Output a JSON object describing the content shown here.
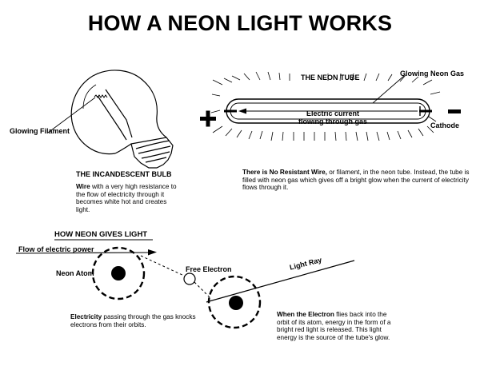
{
  "title": "HOW A NEON LIGHT WORKS",
  "bulb": {
    "filament_label": "Glowing Filament",
    "heading": "THE INCANDESCENT BULB",
    "text_bold": "Wire",
    "text": " with a very high resistance to the flow of electricity through it becomes white hot and creates light."
  },
  "tube": {
    "heading": "THE NEON TUBE",
    "gas_label": "Glowing Neon Gas",
    "current_line1": "Electric current",
    "current_line2": "flowing through gas",
    "cathode_label": "Cathode",
    "plus_symbol": "+",
    "text_bold": "There is No Resistant Wire,",
    "text": " or filament, in the neon tube. Instead, the tube is filled with neon gas which gives off a bright glow when the current of electricity flows through it."
  },
  "neon_light": {
    "heading": "HOW NEON GIVES LIGHT",
    "flow_label": "Flow of electric power",
    "atom_label": "Neon Atom",
    "free_electron_label": "Free Electron",
    "light_ray_label": "Light Ray",
    "electricity_bold": "Electricity",
    "electricity_text": " passing through the gas knocks electrons from their orbits.",
    "when_bold": "When the Electron",
    "when_text": " flies back into the orbit of its atom, energy in the form of a bright red light is  released. This light energy is the source of the tube's glow."
  }
}
